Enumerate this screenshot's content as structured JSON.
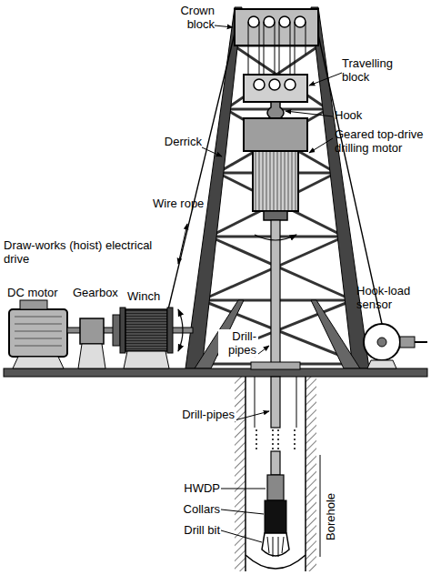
{
  "diagram": {
    "labels": [
      "Crown block",
      "Travelling block",
      "Hook",
      "Geared top-drive drilling motor",
      "Derrick",
      "Wire rope",
      "Draw-works (hoist) electrical drive",
      "DC motor",
      "Gearbox",
      "Winch",
      "Hook-load sensor",
      "Drill-pipes",
      "Drill-pipes",
      "HWDP",
      "Collars",
      "Drill bit",
      "Borehole"
    ]
  }
}
